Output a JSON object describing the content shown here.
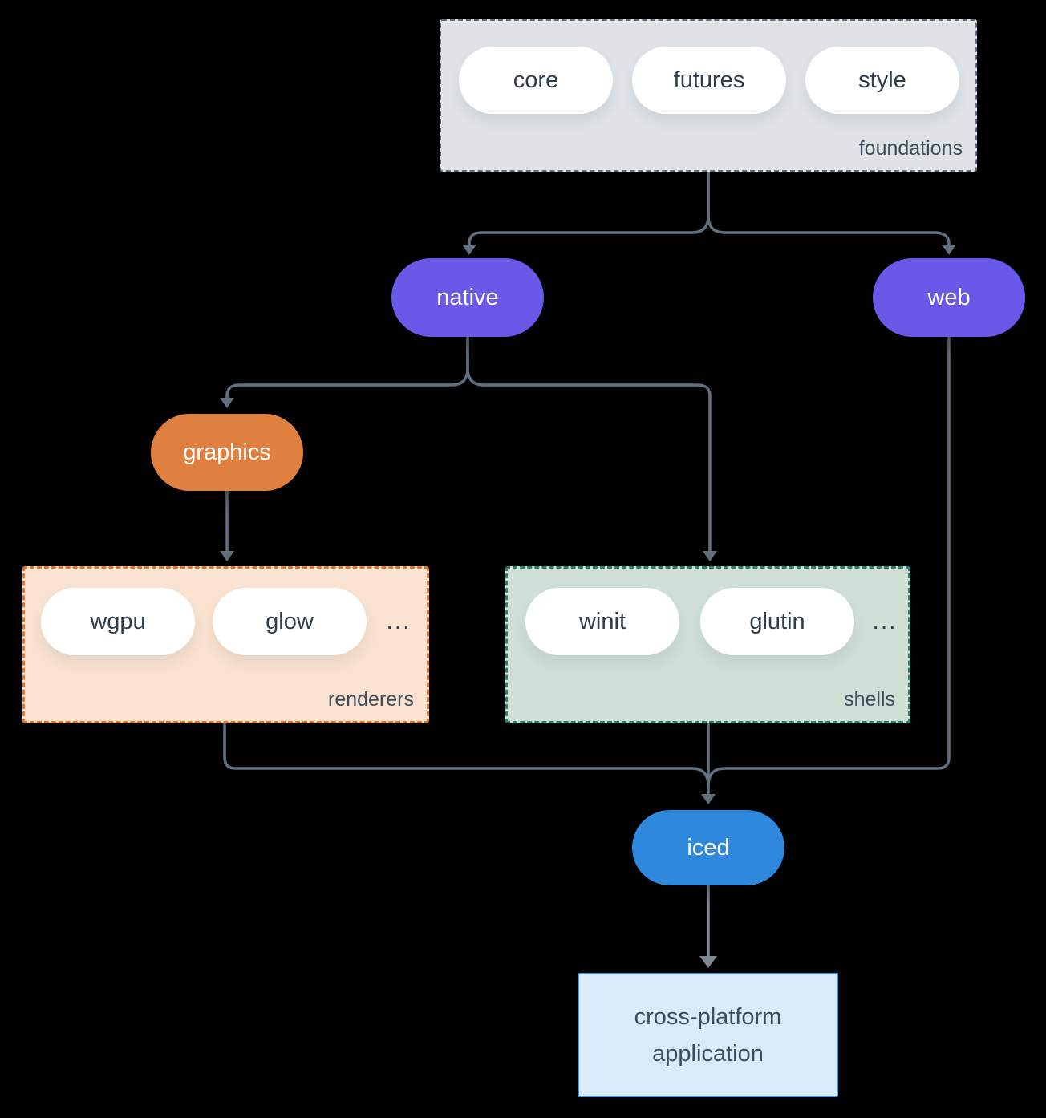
{
  "colors": {
    "background": "#000000",
    "foundations_bg": "#dfe3e6",
    "foundations_border": "#5d6e7e",
    "renderers_bg": "#f9e2d0",
    "renderers_border": "#e1742e",
    "shells_bg": "#cfdfd6",
    "shells_border": "#2f7d6d",
    "pill_bg": "#ffffff",
    "pill_text": "#2e3d4d",
    "label_text": "#3c4c5c",
    "purple": "#6a59e8",
    "orange": "#e08040",
    "blue": "#2e88dc",
    "app_bg": "#d9eaf9",
    "app_border": "#4a90d9",
    "connector": "#61707f",
    "connector_light": "#7e8893",
    "white_text": "#ffffff"
  },
  "diagram": {
    "foundations": {
      "label": "foundations",
      "pills": [
        "core",
        "futures",
        "style"
      ]
    },
    "native": {
      "label": "native"
    },
    "web": {
      "label": "web"
    },
    "graphics": {
      "label": "graphics"
    },
    "renderers": {
      "label": "renderers",
      "pills": [
        "wgpu",
        "glow"
      ],
      "more": "..."
    },
    "shells": {
      "label": "shells",
      "pills": [
        "winit",
        "glutin"
      ],
      "more": "..."
    },
    "iced": {
      "label": "iced"
    },
    "app": {
      "label": "cross-platform application"
    }
  }
}
